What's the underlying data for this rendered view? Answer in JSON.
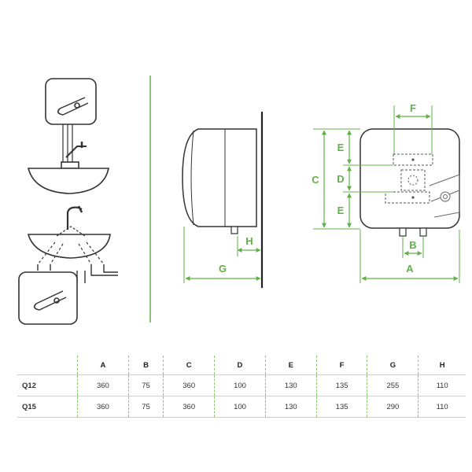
{
  "colors": {
    "accent": "#62b04a",
    "line": "#333333"
  },
  "dimension_labels": {
    "A": "A",
    "B": "B",
    "C": "C",
    "D": "D",
    "E_top": "E",
    "E_bottom": "E",
    "F": "F",
    "G": "G",
    "H": "H"
  },
  "table": {
    "headers": [
      "",
      "A",
      "B",
      "C",
      "D",
      "E",
      "F",
      "G",
      "H"
    ],
    "rows": [
      {
        "model": "Q12",
        "values": [
          "360",
          "75",
          "360",
          "100",
          "130",
          "135",
          "255",
          "110"
        ]
      },
      {
        "model": "Q15",
        "values": [
          "360",
          "75",
          "360",
          "100",
          "130",
          "135",
          "290",
          "110"
        ]
      }
    ]
  }
}
